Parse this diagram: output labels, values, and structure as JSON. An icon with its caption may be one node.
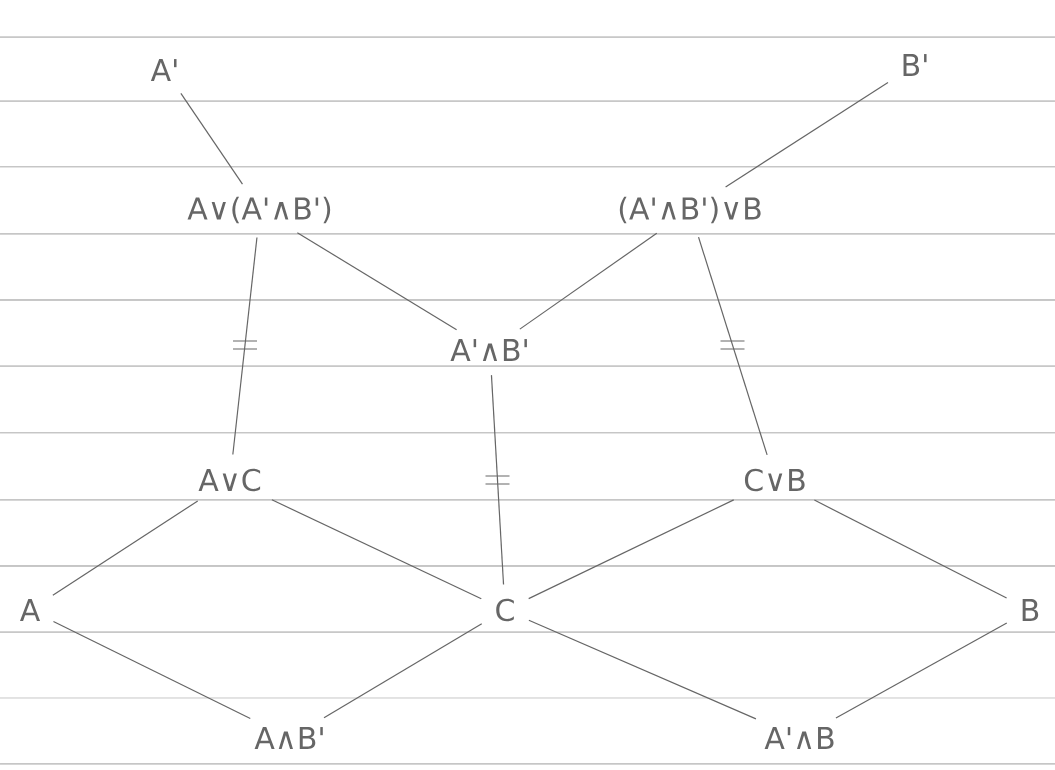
{
  "diagram": {
    "nodes": [
      {
        "text": [
          "A'"
        ]
      },
      {
        "text": [
          "B'"
        ]
      },
      {
        "text": [
          "A∨(A'∧B')"
        ]
      },
      {
        "text": [
          "(A'∧B')∨B"
        ]
      },
      {
        "text": [
          "A'∧B'"
        ]
      },
      {
        "text": [
          "A∨C"
        ]
      },
      {
        "text": [
          "C∨B"
        ]
      },
      {
        "text": [
          "A"
        ]
      },
      {
        "text": [
          "C"
        ]
      },
      {
        "text": [
          "B"
        ]
      },
      {
        "text": [
          "A∧B'"
        ]
      },
      {
        "text": [
          "A'∧B"
        ]
      }
    ],
    "edges": [
      {
        "from": 0,
        "to": 2,
        "arrow": "none"
      },
      {
        "from": 1,
        "to": 3,
        "arrow": "none"
      },
      {
        "from": 2,
        "to": 4,
        "arrow": "none"
      },
      {
        "from": 3,
        "to": 4,
        "arrow": "none"
      },
      {
        "from": 2,
        "to": 5,
        "arrow": "none"
      },
      {
        "from": 3,
        "to": 6,
        "arrow": "none"
      },
      {
        "from": 4,
        "to": 8,
        "arrow": "none"
      },
      {
        "from": 5,
        "to": 7,
        "arrow": "none"
      },
      {
        "from": 5,
        "to": 8,
        "arrow": "none"
      },
      {
        "from": 6,
        "to": 8,
        "arrow": "none"
      },
      {
        "from": 6,
        "to": 9,
        "arrow": "none"
      },
      {
        "from": 7,
        "to": 10,
        "arrow": "none"
      },
      {
        "from": 8,
        "to": 10,
        "arrow": "none"
      },
      {
        "from": 8,
        "to": 11,
        "arrow": "none"
      },
      {
        "from": 9,
        "to": 11,
        "arrow": "none"
      }
    ]
  }
}
